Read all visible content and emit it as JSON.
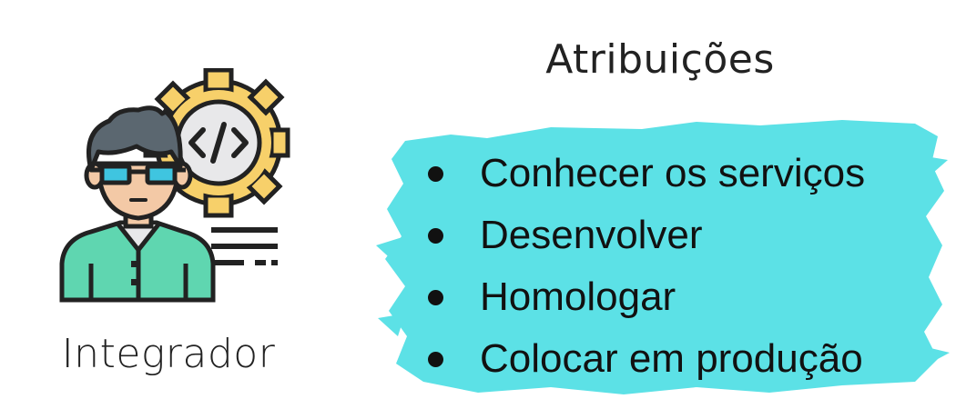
{
  "role": {
    "label": "Integrador",
    "icon": "developer-with-gear-icon"
  },
  "attributions": {
    "title": "Atribuições",
    "items": [
      "Conhecer os serviços",
      "Desenvolver",
      "Homologar",
      "Colocar em produção"
    ]
  },
  "colors": {
    "highlight": "#5ce1e6",
    "gear": "#f7d06a",
    "shirt": "#5fd6b0",
    "text": "#111111"
  }
}
